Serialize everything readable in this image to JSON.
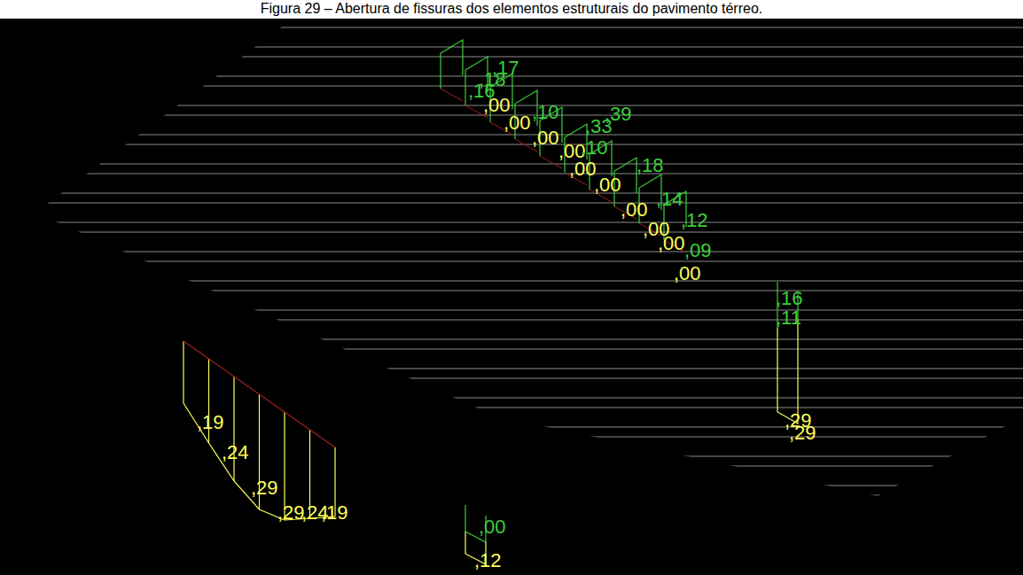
{
  "diagram": {
    "caption": "Figura 29 – Abertura de fissuras dos elementos estruturais do pavimento térreo.",
    "labels": [
      ",17",
      ",18",
      ",16",
      ",00",
      ",00",
      ",10",
      ",00",
      ",39",
      ",33",
      ",00",
      ",10",
      ",00",
      ",18",
      ",00",
      ",14",
      ",00",
      ",12",
      ",00",
      ",09",
      ",00",
      ",00",
      ",19",
      ",24",
      ",29",
      ",29",
      ",24",
      ",19",
      ",00",
      ",12",
      ",16",
      ",11",
      ",29",
      ",29"
    ]
  }
}
